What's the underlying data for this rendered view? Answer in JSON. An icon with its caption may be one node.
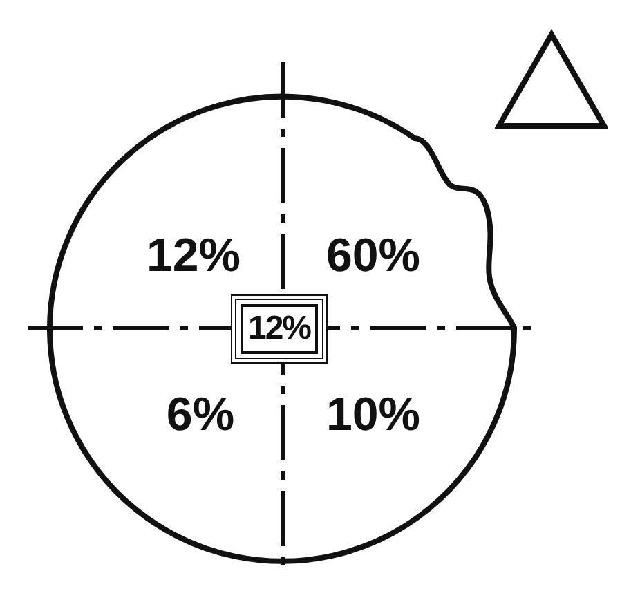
{
  "diagram": {
    "nodes": [
      {
        "text": [
          "12%",
          "60%",
          "6%",
          "10%"
        ]
      },
      {
        "text": [
          "12%"
        ],
        "in": 0
      },
      {
        "text": [],
        "shape": "triangle"
      }
    ]
  }
}
